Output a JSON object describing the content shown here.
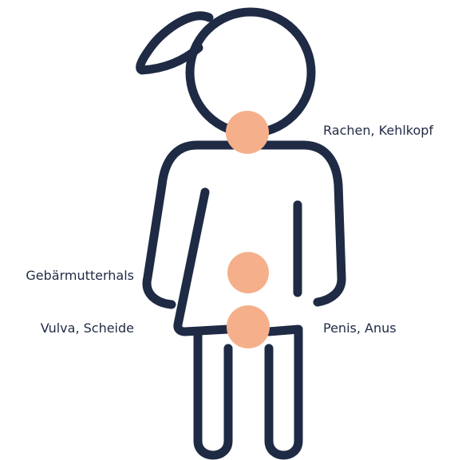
{
  "labels": {
    "throat": "Rachen, Kehlkopf",
    "cervix": "Gebärmutterhals",
    "vulva": "Vulva, Scheide",
    "penis": "Penis, Anus"
  },
  "colors": {
    "outline": "#1f2a44",
    "marker": "#f5b08b",
    "text": "#1f2a44",
    "background": "#ffffff"
  }
}
